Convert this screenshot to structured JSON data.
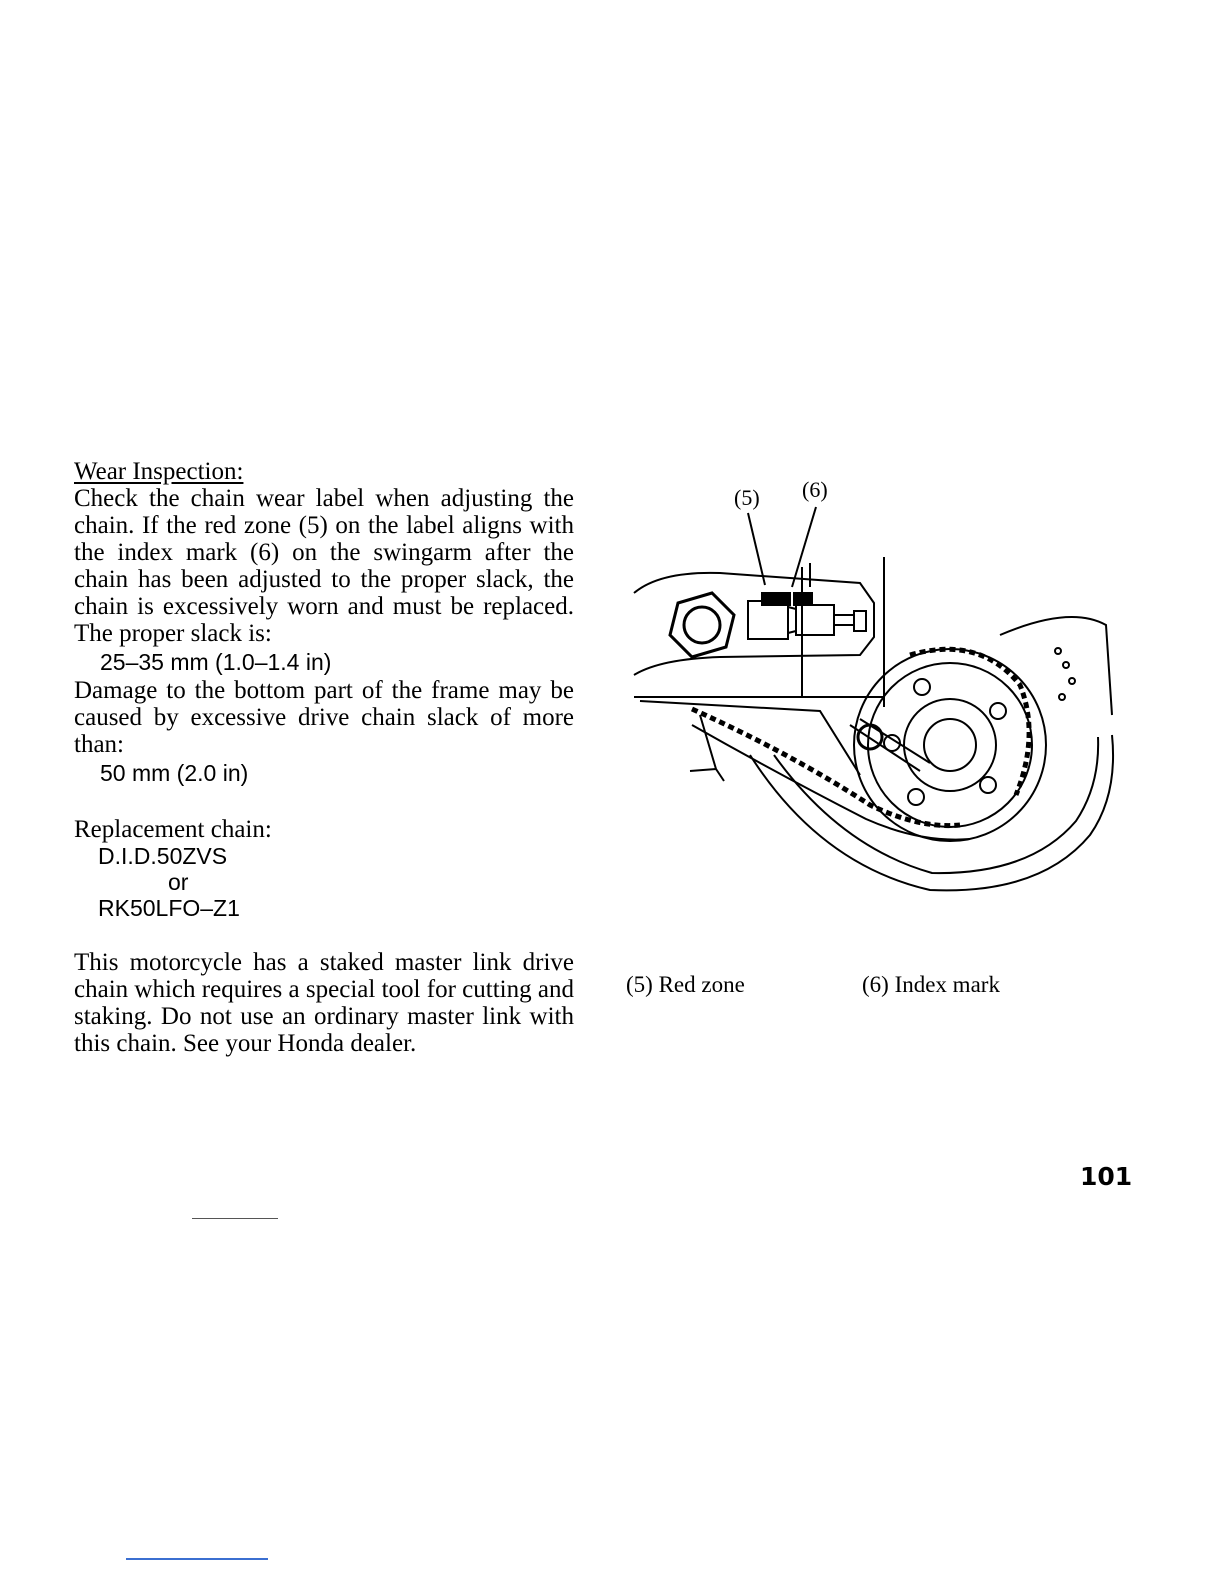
{
  "section": {
    "heading": "Wear Inspection:",
    "para1": "Check the chain wear label when adjusting the chain. If the red zone (5) on the label aligns with the index mark (6) on the swingarm after the chain has been adjusted to the proper slack, the chain is excessively worn and must be replaced. The proper slack is:",
    "spec1": "25–35 mm (1.0–1.4 in)",
    "para2": "Damage to the bottom part of the frame may be caused by excessive drive chain slack of more than:",
    "spec2": "50 mm (2.0 in)",
    "replacement_label": "Replacement chain:",
    "chain1": "D.I.D.50ZVS",
    "or": "or",
    "chain2": "RK50LFO–Z1",
    "para3": "This motorcycle has a staked master link drive chain which requires a special tool for cutting and staking. Do not use an ordinary master link with this chain. See your Honda dealer."
  },
  "figure": {
    "callout5": "(5)",
    "callout6": "(6)",
    "caption5": "(5) Red zone",
    "caption6": "(6) Index mark"
  },
  "page_number": "101"
}
